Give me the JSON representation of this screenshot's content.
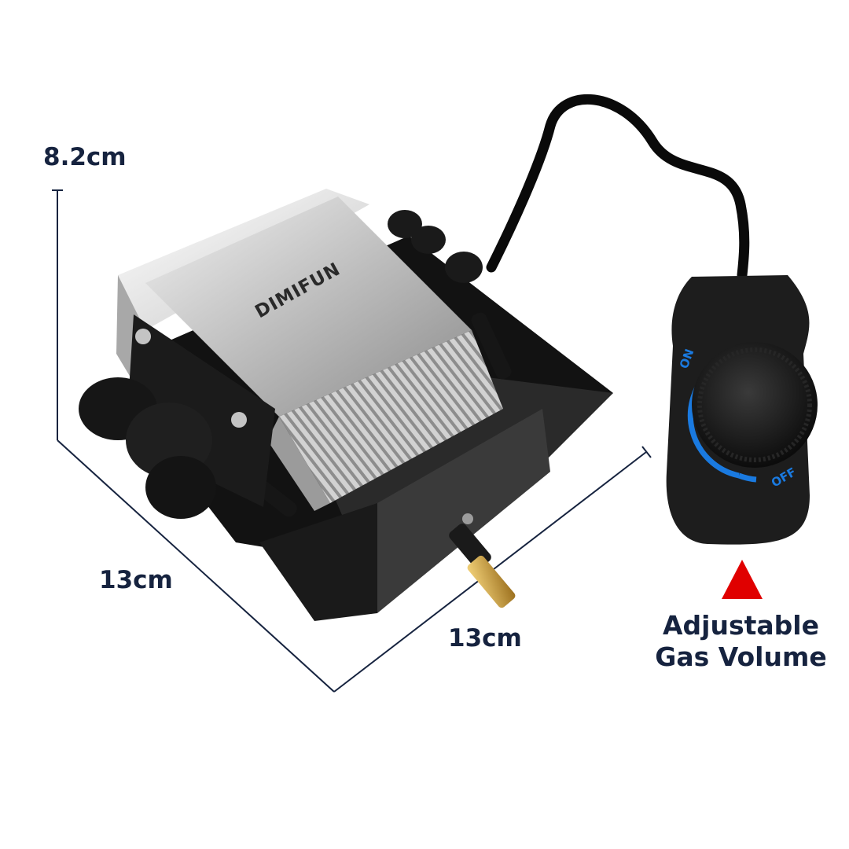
{
  "product": {
    "brand": "DIMIFUN"
  },
  "dimensions": {
    "height": "8.2cm",
    "width_left": "13cm",
    "width_right": "13cm"
  },
  "controller": {
    "on_label": "ON",
    "off_label": "OFF"
  },
  "feature": {
    "line1": "Adjustable",
    "line2": "Gas Volume"
  },
  "colors": {
    "label_text": "#16233f",
    "arrow": "#e00000",
    "dial_ring": "#1a7ae0",
    "body_dark": "#1b1b1b",
    "fin_silver": "#c9c9c9"
  },
  "icons": {
    "arrow": "red-up-triangle"
  }
}
